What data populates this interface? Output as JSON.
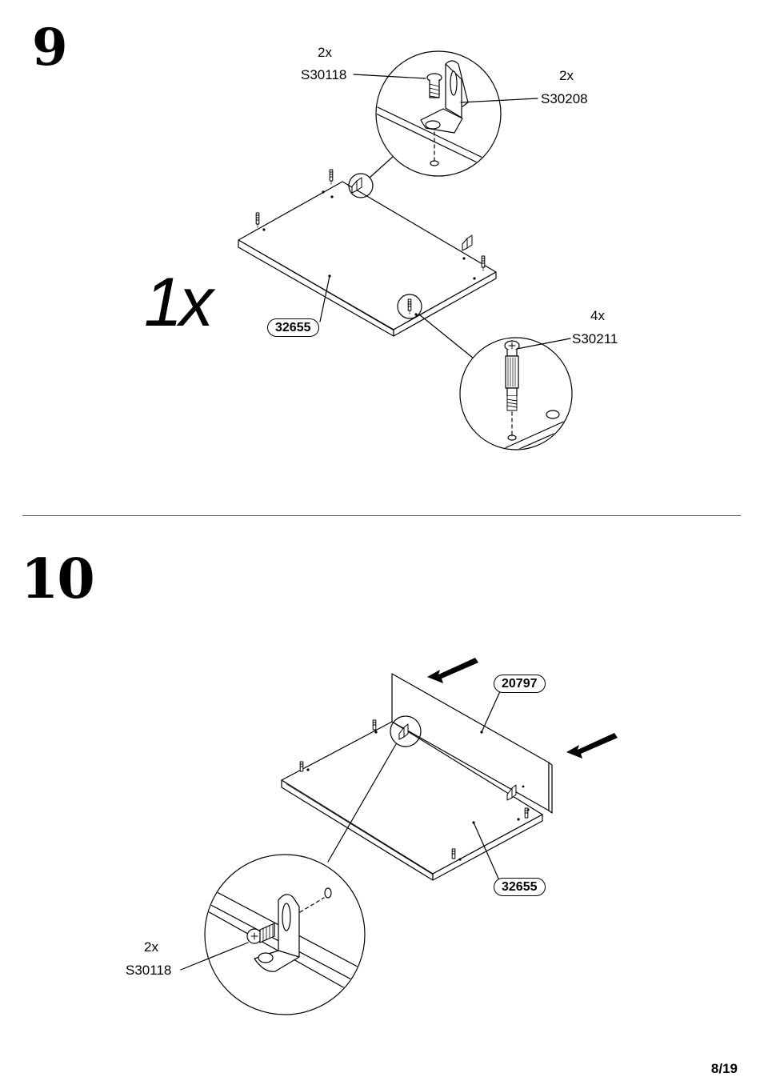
{
  "steps": [
    {
      "number": "9",
      "multiplier": "1x",
      "panel_code": "32655",
      "callouts": [
        {
          "qty": "2x",
          "code": "S30118",
          "icon": "cam-screw-icon"
        },
        {
          "qty": "2x",
          "code": "S30208",
          "icon": "angle-bracket-icon"
        },
        {
          "qty": "4x",
          "code": "S30211",
          "icon": "cam-dowel-icon"
        }
      ]
    },
    {
      "number": "10",
      "panel_codes": [
        "20797",
        "32655"
      ],
      "callouts": [
        {
          "qty": "2x",
          "code": "S30118",
          "icon": "cam-screw-icon"
        }
      ]
    }
  ],
  "footer": {
    "page": "8/19"
  }
}
